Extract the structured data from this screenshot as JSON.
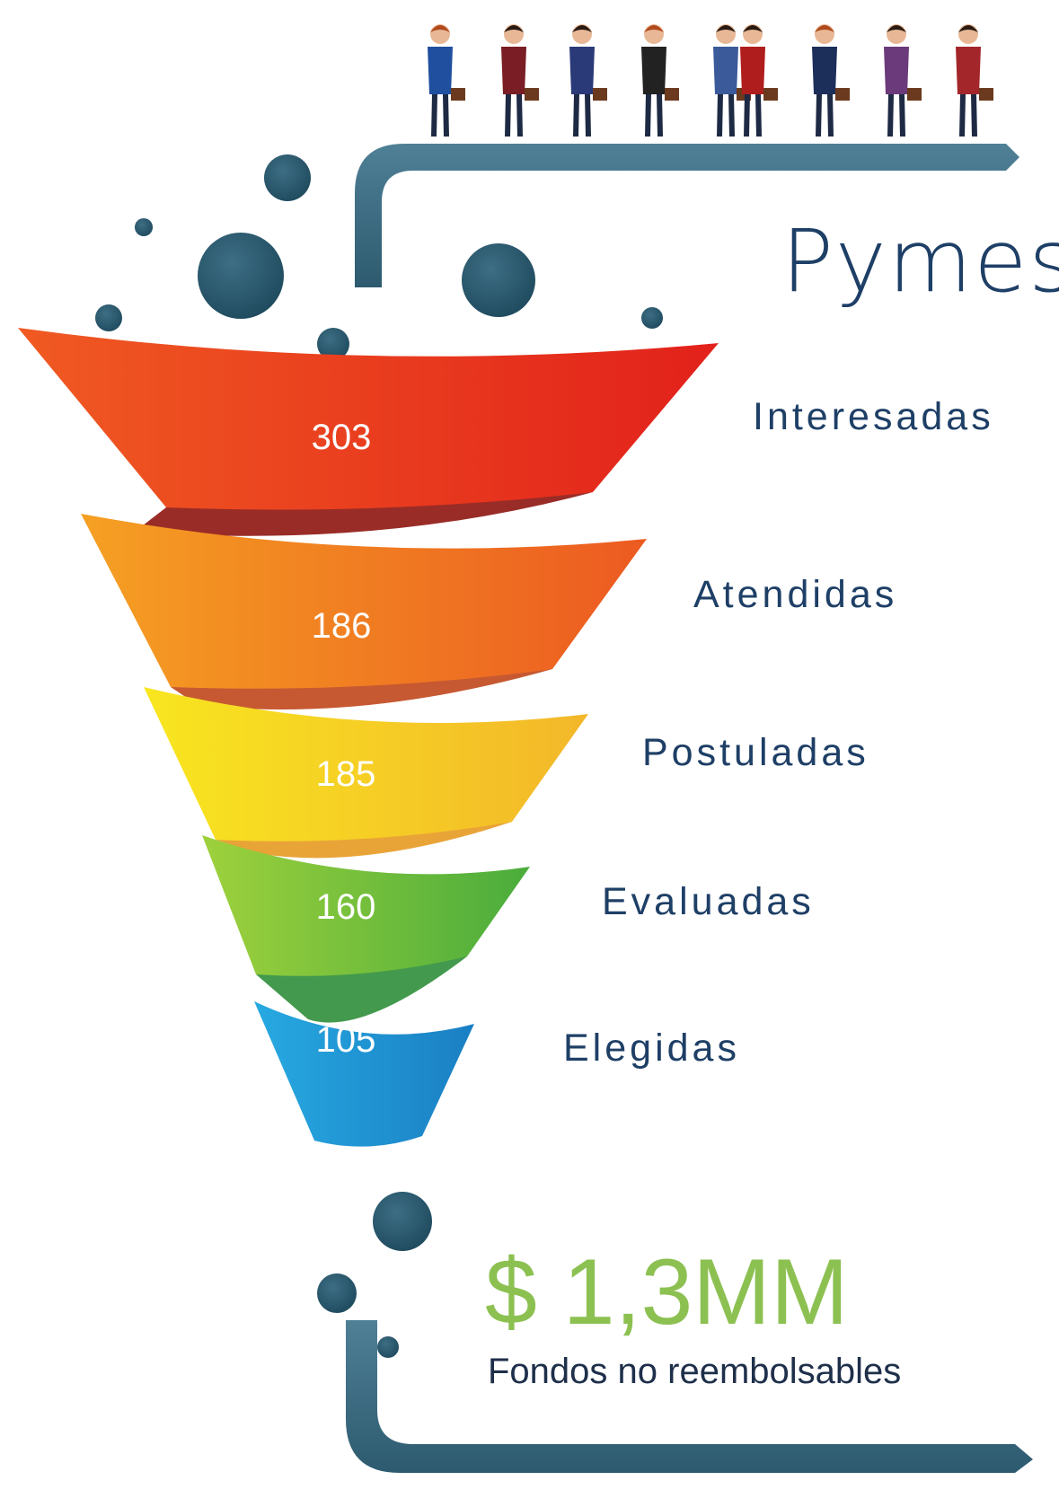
{
  "title": "Pymes",
  "chart_data": {
    "type": "funnel",
    "categories": [
      "Interesadas",
      "Atendidas",
      "Postuladas",
      "Evaluadas",
      "Elegidas"
    ],
    "values": [
      303,
      186,
      185,
      160,
      105
    ],
    "value_labels": [
      "303",
      "186",
      "185",
      "160",
      "105"
    ],
    "colors": [
      "#e53d1f",
      "#f07a22",
      "#f5c32a",
      "#86c440",
      "#1f9bd6"
    ]
  },
  "summary": {
    "amount": "$ 1,3MM",
    "caption": "Fondos no reembolsables"
  },
  "colors": {
    "dark_blue": "#1e3f66",
    "pipe": "#3a6a80",
    "accent_green": "#8cc152"
  }
}
